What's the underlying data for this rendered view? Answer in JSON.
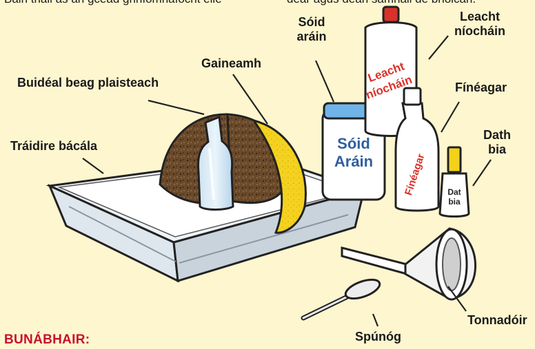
{
  "top_text": {
    "left": "Bain triail as an gcéad ghníomhaíocht eile",
    "right": "dear agus déan samhail de bholcán."
  },
  "labels": {
    "bottle": "Buidéal beag plaisteach",
    "sand": "Gaineamh",
    "tray": "Tráidire bácála",
    "baking_soda_l1": "Sóid",
    "baking_soda_l2": "aráin",
    "dish_soap_l1": "Leacht",
    "dish_soap_l2": "níocháin",
    "vinegar": "Fínéagar",
    "food_color_l1": "Dath",
    "food_color_l2": "bia",
    "funnel": "Tonnadóir",
    "spoon": "Spúnóg"
  },
  "container_text": {
    "soda_l1": "Sóid",
    "soda_l2": "Aráin",
    "soap_l1": "Leacht",
    "soap_l2": "níocháin",
    "vinegar": "Fínéagar",
    "color_l1": "Dat",
    "color_l2": "bia"
  },
  "heading": "BUNÁBHAIR:",
  "colors": {
    "background": "#fdf6cf",
    "heading": "#c8102e",
    "sand": "#f4d21f",
    "soda_text": "#2f5f9e",
    "soap_text": "#d9322a"
  }
}
